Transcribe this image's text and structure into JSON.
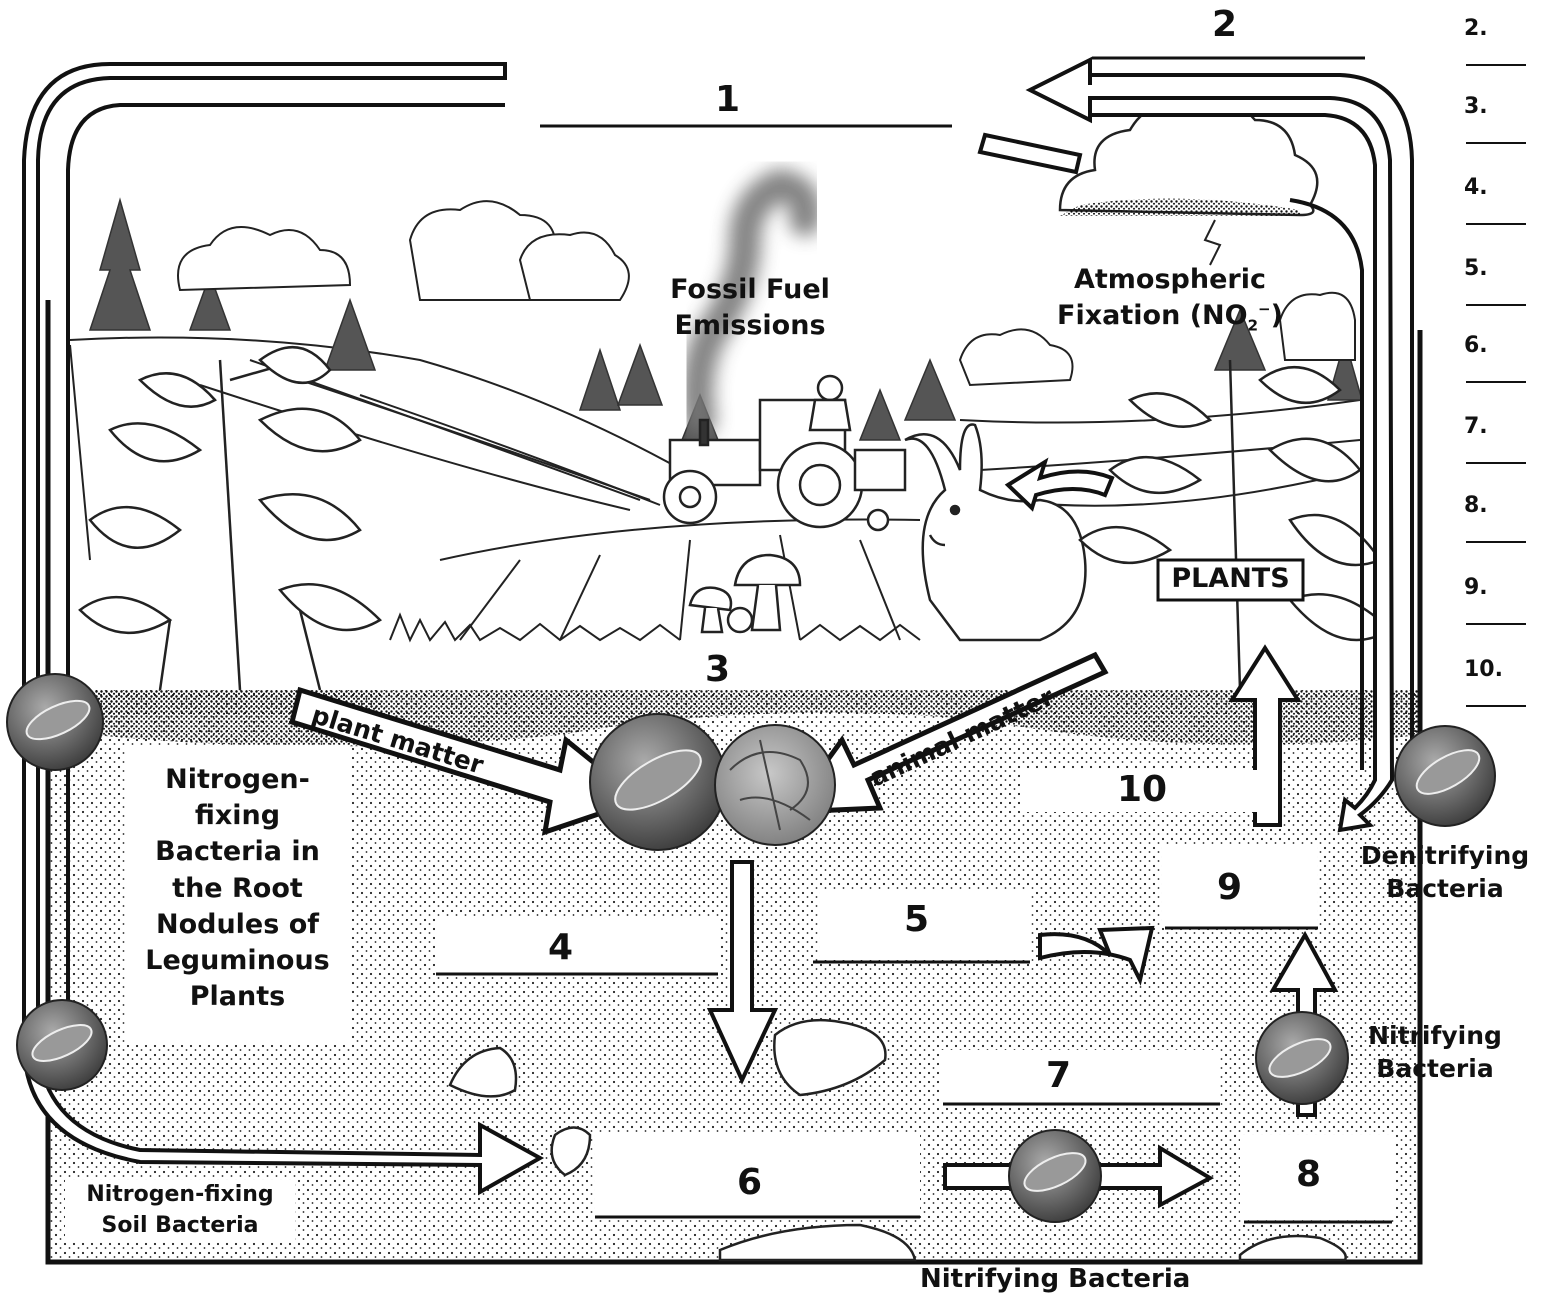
{
  "blanks": {
    "b1": "1",
    "b2": "2",
    "b3": "3",
    "b4": "4",
    "b5": "5",
    "b6": "6",
    "b7": "7",
    "b8": "8",
    "b9": "9",
    "b10": "10"
  },
  "labels": {
    "fossil_fuel": [
      "Fossil Fuel",
      "Emissions"
    ],
    "atmospheric": [
      "Atmospheric",
      "Fixation (NO"
    ],
    "atmospheric_sub": "2",
    "atmospheric_sup": "−",
    "atmospheric_close": ")",
    "plants": "PLANTS",
    "plant_matter": "plant matter",
    "animal_matter": "animal matter",
    "root_nodules": [
      "Nitrogen-",
      "fixing",
      "Bacteria in",
      "the Root",
      "Nodules of",
      "Leguminous",
      "Plants"
    ],
    "denitrifying": [
      "Denitrifying",
      "Bacteria"
    ],
    "nitrifying_right": [
      "Nitrifying",
      "Bacteria"
    ],
    "nitrifying_bottom": "Nitrifying Bacteria",
    "soil_bacteria": [
      "Nitrogen-fixing",
      "Soil Bacteria"
    ]
  },
  "answer_list": [
    "2.",
    "3.",
    "4.",
    "5.",
    "6.",
    "7.",
    "8.",
    "9.",
    "10."
  ],
  "colors": {
    "ink": "#111111",
    "soil": "#f7f7f7",
    "microbe": "#6e6e6e",
    "smoke": "#777777",
    "foliage": "#555555"
  }
}
